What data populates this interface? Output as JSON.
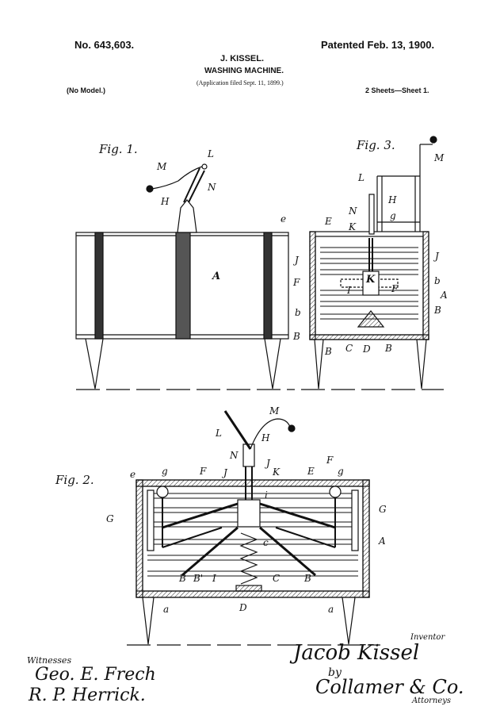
{
  "header": {
    "patent_number": "No. 643,603.",
    "patented_date": "Patented Feb. 13, 1900.",
    "inventor_name": "J. KISSEL.",
    "title": "WASHING MACHINE.",
    "application_note": "(Application filed Sept. 11, 1899.)",
    "model_note": "(No Model.)",
    "sheets_note": "2 Sheets—Sheet 1."
  },
  "figures": {
    "fig1": {
      "title": "Fig. 1.",
      "labels": {
        "M": "M",
        "L": "L",
        "N": "N",
        "H": "H",
        "A": "A",
        "e": "e"
      }
    },
    "fig3": {
      "title": "Fig. 3.",
      "labels": {
        "M": "M",
        "L": "L",
        "H": "H",
        "N": "N",
        "g": "g",
        "E": "E",
        "K_small": "K",
        "J_left": "J",
        "J_right": "J",
        "F_left": "F",
        "K": "K",
        "b_right": "b",
        "I": "I",
        "F_right": "F",
        "A": "A",
        "b_left": "b",
        "B_right": "B",
        "B_left": "B",
        "C": "C",
        "D": "D",
        "B_bottom_left": "B",
        "B_bottom_right": "B"
      }
    },
    "fig2": {
      "title": "Fig. 2.",
      "labels": {
        "M": "M",
        "L": "L",
        "H": "H",
        "N": "N",
        "J": "J",
        "K": "K",
        "E": "E",
        "F_right": "F",
        "e": "e",
        "g_left": "g",
        "F_left": "F",
        "J_left": "J",
        "g_right": "g",
        "i": "i",
        "G_left": "G",
        "G_right": "G",
        "A": "A",
        "c": "c",
        "B_left": "B",
        "B_prime": "B'",
        "I": "I",
        "C": "C",
        "B_right": "B",
        "a_left": "a",
        "D": "D",
        "a_right": "a"
      }
    }
  },
  "signatures": {
    "witnesses_label": "Witnesses",
    "witness_1": "Geo. E. Frech",
    "witness_2": "R. P. Herrick.",
    "inventor_label": "Inventor",
    "inventor_signature": "Jacob Kissel",
    "by": "by",
    "attorneys_firm": "Collamer & Co.",
    "attorneys_label": "Attorneys"
  }
}
